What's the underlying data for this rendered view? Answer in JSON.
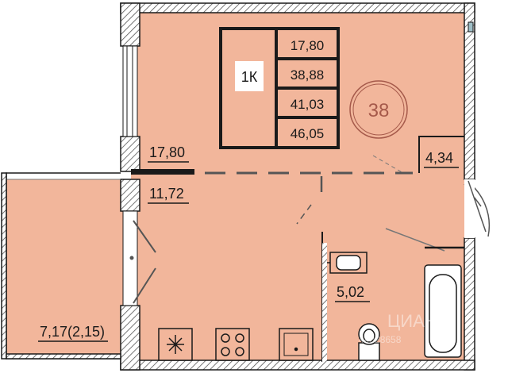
{
  "colors": {
    "room_fill": "#f2b69b",
    "wall": "#1a1a1a",
    "hatch": "#555555",
    "circle": "#a5594a",
    "window": "#9fbfc7",
    "background": "#ffffff"
  },
  "plan": {
    "apartment_number": "38",
    "rooms": {
      "living_room_area": "17,80",
      "hall_area": "11,72",
      "loggia_area": "7,17(2,15)",
      "bathroom_area": "5,02",
      "storage_area": "4,34"
    },
    "summary_table": {
      "type": "1К",
      "values": [
        "17,80",
        "38,88",
        "41,03",
        "46,05"
      ]
    },
    "watermark": {
      "brand": "ЦИАН",
      "id": "44028658"
    },
    "icons": [
      "kitchen-sink-icon",
      "stove-icon",
      "washing-machine-icon",
      "toilet-icon",
      "bathtub-icon",
      "bathroom-sink-icon"
    ]
  }
}
